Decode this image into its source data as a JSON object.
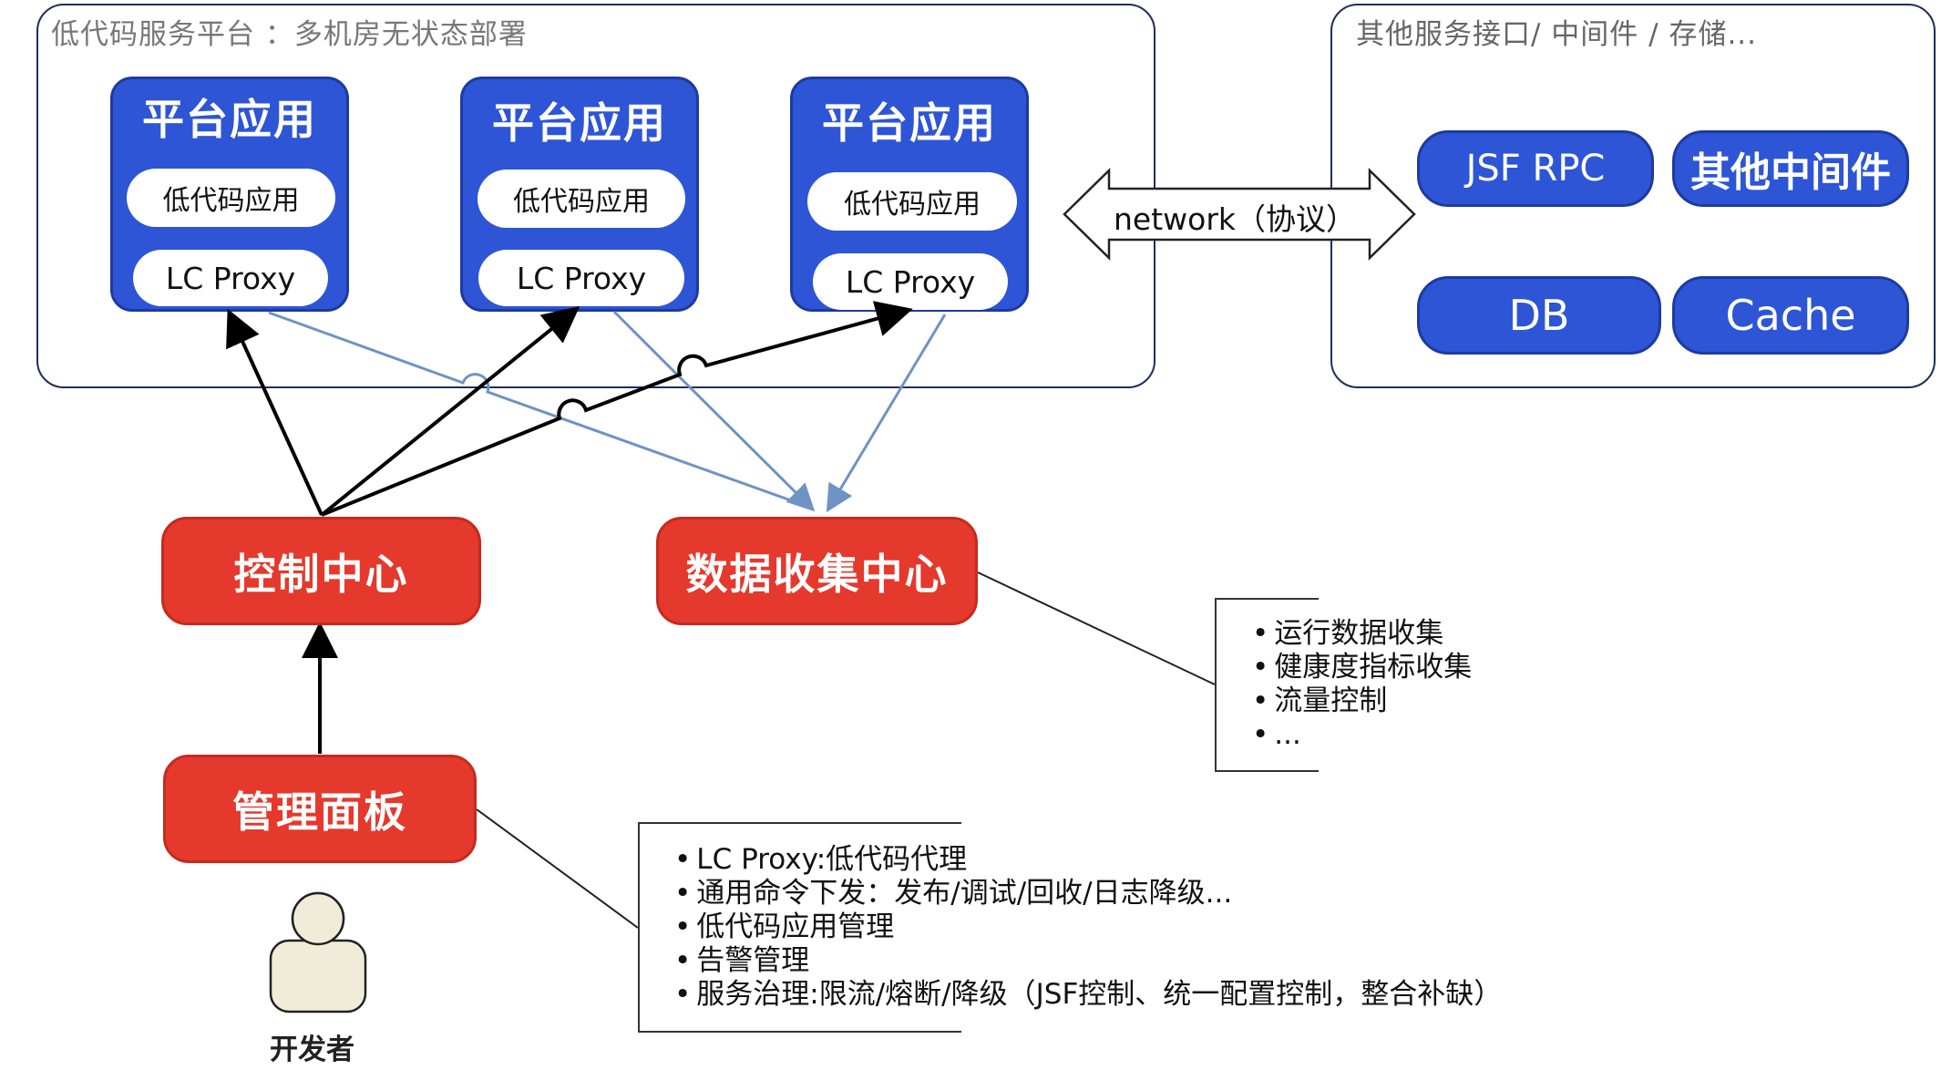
{
  "left_frame": {
    "title": "低代码服务平台 ：多机房无状态部署"
  },
  "right_frame": {
    "title": "其他服务接口/ 中间件 / 存储..."
  },
  "platform_apps": [
    {
      "title": "平台应用",
      "app": "低代码应用",
      "proxy": "LC Proxy"
    },
    {
      "title": "平台应用",
      "app": "低代码应用",
      "proxy": "LC Proxy"
    },
    {
      "title": "平台应用",
      "app": "低代码应用",
      "proxy": "LC Proxy"
    }
  ],
  "network": {
    "label": "network（协议）"
  },
  "services": {
    "jsf_rpc": "JSF RPC",
    "middleware": "其他中间件",
    "db": "DB",
    "cache": "Cache"
  },
  "control_center": "控制中心",
  "data_center": "数据收集中心",
  "admin_panel": "管理面板",
  "developer": "开发者",
  "data_notes": [
    "运行数据收集",
    "健康度指标收集",
    "流量控制",
    "..."
  ],
  "admin_notes": [
    "LC Proxy:低代码代理",
    "通用命令下发：发布/调试/回收/日志降级...",
    "低代码应用管理",
    "告警管理",
    "服务治理:限流/熔断/降级（JSF控制、统一配置控制，整合补缺）"
  ],
  "colors": {
    "blue": "#2d55d6",
    "red": "#e4392c",
    "link_blue": "#6e93c4",
    "frame": "#1f2d5c"
  }
}
